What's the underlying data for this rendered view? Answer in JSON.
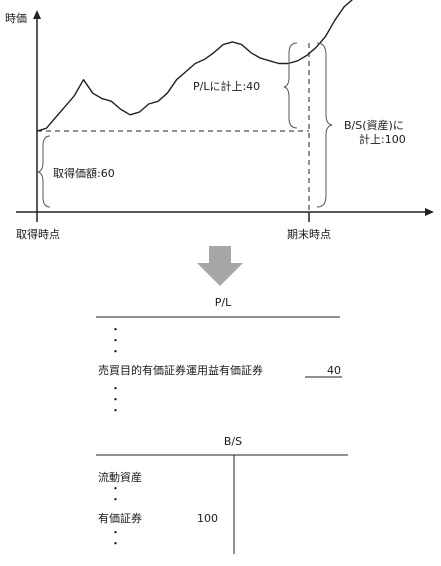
{
  "chart": {
    "y_axis_label": "時価",
    "x_start_label": "取得時点",
    "x_end_label": "期末時点",
    "acquisition_label": "取得価額:60",
    "pl_gain_label": "P/Lに計上:40",
    "bs_label_line1": "B/S(資産)に",
    "bs_label_line2": "計上:100"
  },
  "chart_data": {
    "type": "line",
    "title": "",
    "ylabel": "時価",
    "xlabel": "",
    "x_ticks": [
      "取得時点",
      "期末時点"
    ],
    "series": [
      {
        "values": [
          60,
          62,
          70,
          78,
          86,
          98,
          88,
          84,
          82,
          76,
          72,
          74,
          80,
          82,
          88,
          98,
          104,
          110,
          113,
          118,
          124,
          126,
          124,
          118,
          114,
          112,
          110,
          110,
          112,
          116,
          122,
          130,
          142,
          152,
          158,
          160,
          160
        ]
      }
    ],
    "acquisition_value": 60,
    "period_end_value": 100,
    "pl_recognized_gain": 40,
    "grid": false
  },
  "arrow": {
    "color": "#a6a6a6"
  },
  "pl": {
    "title": "P/L",
    "dot": "・",
    "item_label": "売買目的有価証券運用益有価証券",
    "item_value": "40"
  },
  "bs": {
    "title": "B/S",
    "dot": "・",
    "current_assets": "流動資産",
    "securities_label": "有価証券",
    "securities_value": "100"
  }
}
